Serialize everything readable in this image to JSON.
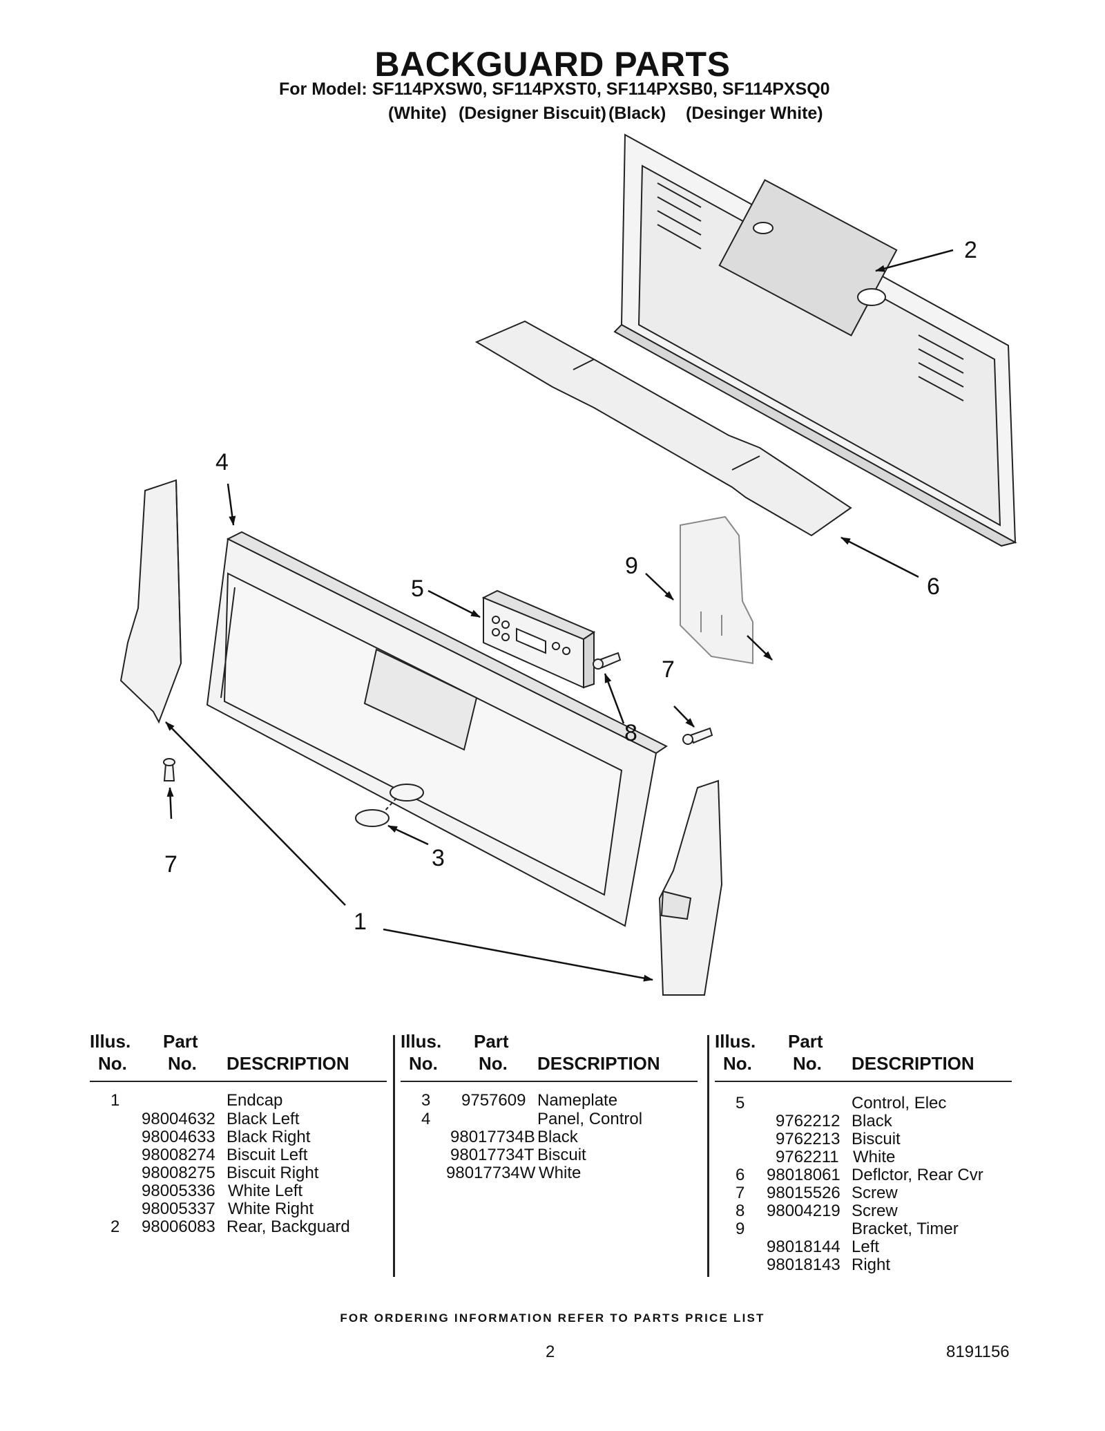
{
  "header": {
    "title": "BACKGUARD PARTS",
    "model_line": "For Model: SF114PXSW0, SF114PXST0, SF114PXSB0, SF114PXSQ0",
    "variants": [
      "(White)",
      "(Designer Biscuit)",
      "(Black)",
      "(Desinger White)"
    ]
  },
  "callouts": [
    "1",
    "2",
    "3",
    "4",
    "5",
    "6",
    "7",
    "7",
    "8",
    "9"
  ],
  "table": {
    "headers": {
      "illus_line1": "Illus.",
      "illus_line2": "No.",
      "part_line1": "Part",
      "part_line2": "No.",
      "description": "DESCRIPTION"
    },
    "columns": [
      {
        "rows": [
          {
            "illus": "1",
            "part": "",
            "desc": "Endcap"
          },
          {
            "illus": "",
            "part": "98004632",
            "desc": "Black Left"
          },
          {
            "illus": "",
            "part": "98004633",
            "desc": "Black Right"
          },
          {
            "illus": "",
            "part": "98008274",
            "desc": "Biscuit Left"
          },
          {
            "illus": "",
            "part": "98008275",
            "desc": "Biscuit Right"
          },
          {
            "illus": "",
            "part": "98005336",
            "desc": "White Left"
          },
          {
            "illus": "",
            "part": "98005337",
            "desc": "White Right"
          },
          {
            "illus": "2",
            "part": "98006083",
            "desc": "Rear, Backguard"
          }
        ]
      },
      {
        "rows": [
          {
            "illus": "3",
            "part": "9757609",
            "desc": "Nameplate"
          },
          {
            "illus": "4",
            "part": "",
            "desc": "Panel, Control"
          },
          {
            "illus": "",
            "part": "98017734B",
            "desc": "Black"
          },
          {
            "illus": "",
            "part": "98017734T",
            "desc": "Biscuit"
          },
          {
            "illus": "",
            "part": "98017734W",
            "desc": "White"
          }
        ]
      },
      {
        "rows": [
          {
            "illus": "5",
            "part": "",
            "desc": "Control, Elec"
          },
          {
            "illus": "",
            "part": "9762212",
            "desc": "Black"
          },
          {
            "illus": "",
            "part": "9762213",
            "desc": "Biscuit"
          },
          {
            "illus": "",
            "part": "9762211",
            "desc": "White"
          },
          {
            "illus": "6",
            "part": "98018061",
            "desc": "Deflctor, Rear Cvr"
          },
          {
            "illus": "7",
            "part": "98015526",
            "desc": "Screw"
          },
          {
            "illus": "8",
            "part": "98004219",
            "desc": "Screw"
          },
          {
            "illus": "9",
            "part": "",
            "desc": "Bracket, Timer"
          },
          {
            "illus": "",
            "part": "98018144",
            "desc": "Left"
          },
          {
            "illus": "",
            "part": "98018143",
            "desc": "Right"
          }
        ]
      }
    ]
  },
  "footer": {
    "ordering_note": "FOR ORDERING INFORMATION REFER TO PARTS PRICE LIST",
    "page_number": "2",
    "document_number": "8191156"
  }
}
